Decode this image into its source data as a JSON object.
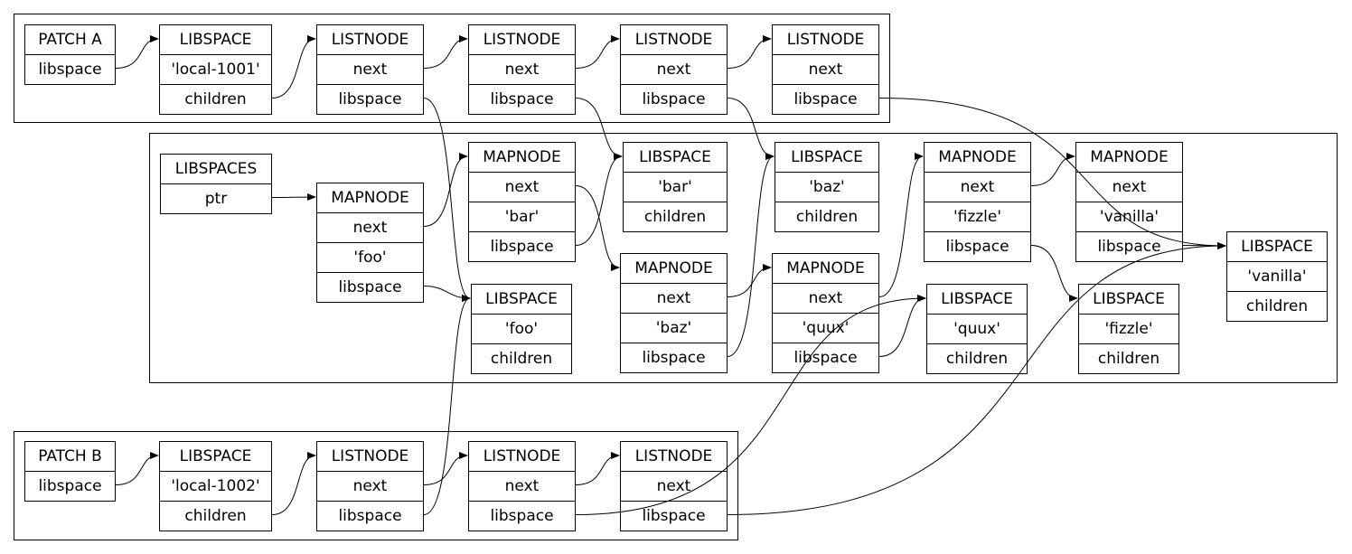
{
  "diagram": {
    "nodes": [
      {
        "id": "patchA",
        "fields": [
          "PATCH A",
          "libspace"
        ]
      },
      {
        "id": "lsA",
        "fields": [
          "LIBSPACE",
          "'local-1001'",
          "children"
        ]
      },
      {
        "id": "lnA1",
        "fields": [
          "LISTNODE",
          "next",
          "libspace"
        ]
      },
      {
        "id": "lnA2",
        "fields": [
          "LISTNODE",
          "next",
          "libspace"
        ]
      },
      {
        "id": "lnA3",
        "fields": [
          "LISTNODE",
          "next",
          "libspace"
        ]
      },
      {
        "id": "lnA4",
        "fields": [
          "LISTNODE",
          "next",
          "libspace"
        ]
      },
      {
        "id": "libspaces",
        "fields": [
          "LIBSPACES",
          "ptr"
        ]
      },
      {
        "id": "mFoo",
        "fields": [
          "MAPNODE",
          "next",
          "'foo'",
          "libspace"
        ]
      },
      {
        "id": "mBar",
        "fields": [
          "MAPNODE",
          "next",
          "'bar'",
          "libspace"
        ]
      },
      {
        "id": "lsBar",
        "fields": [
          "LIBSPACE",
          "'bar'",
          "children"
        ]
      },
      {
        "id": "lsBaz",
        "fields": [
          "LIBSPACE",
          "'baz'",
          "children"
        ]
      },
      {
        "id": "mFizzle",
        "fields": [
          "MAPNODE",
          "next",
          "'fizzle'",
          "libspace"
        ]
      },
      {
        "id": "mVanilla",
        "fields": [
          "MAPNODE",
          "next",
          "'vanilla'",
          "libspace"
        ]
      },
      {
        "id": "lsVanilla",
        "fields": [
          "LIBSPACE",
          "'vanilla'",
          "children"
        ]
      },
      {
        "id": "lsFoo",
        "fields": [
          "LIBSPACE",
          "'foo'",
          "children"
        ]
      },
      {
        "id": "mBaz",
        "fields": [
          "MAPNODE",
          "next",
          "'baz'",
          "libspace"
        ]
      },
      {
        "id": "mQuux",
        "fields": [
          "MAPNODE",
          "next",
          "'quux'",
          "libspace"
        ]
      },
      {
        "id": "lsQuux",
        "fields": [
          "LIBSPACE",
          "'quux'",
          "children"
        ]
      },
      {
        "id": "lsFizzle",
        "fields": [
          "LIBSPACE",
          "'fizzle'",
          "children"
        ]
      },
      {
        "id": "patchB",
        "fields": [
          "PATCH B",
          "libspace"
        ]
      },
      {
        "id": "lsB",
        "fields": [
          "LIBSPACE",
          "'local-1002'",
          "children"
        ]
      },
      {
        "id": "lnB1",
        "fields": [
          "LISTNODE",
          "next",
          "libspace"
        ]
      },
      {
        "id": "lnB2",
        "fields": [
          "LISTNODE",
          "next",
          "libspace"
        ]
      },
      {
        "id": "lnB3",
        "fields": [
          "LISTNODE",
          "next",
          "libspace"
        ]
      }
    ],
    "edges": [
      {
        "from": "patchA.libspace",
        "to": "lsA"
      },
      {
        "from": "lsA.children",
        "to": "lnA1"
      },
      {
        "from": "lnA1.next",
        "to": "lnA2"
      },
      {
        "from": "lnA2.next",
        "to": "lnA3"
      },
      {
        "from": "lnA3.next",
        "to": "lnA4"
      },
      {
        "from": "lnA1.libspace",
        "to": "lsFoo"
      },
      {
        "from": "lnA2.libspace",
        "to": "lsBar"
      },
      {
        "from": "lnA3.libspace",
        "to": "lsBaz"
      },
      {
        "from": "lnA4.libspace",
        "to": "lsVanilla"
      },
      {
        "from": "libspaces.ptr",
        "to": "mFoo"
      },
      {
        "from": "mFoo.next",
        "to": "mBar"
      },
      {
        "from": "mFoo.libspace",
        "to": "lsFoo"
      },
      {
        "from": "mBar.next",
        "to": "mBaz"
      },
      {
        "from": "mBar.libspace",
        "to": "lsBar"
      },
      {
        "from": "mBaz.next",
        "to": "mQuux"
      },
      {
        "from": "mBaz.libspace",
        "to": "lsBaz"
      },
      {
        "from": "mQuux.next",
        "to": "mFizzle"
      },
      {
        "from": "mQuux.libspace",
        "to": "lsQuux"
      },
      {
        "from": "mFizzle.next",
        "to": "mVanilla"
      },
      {
        "from": "mFizzle.libspace",
        "to": "lsFizzle"
      },
      {
        "from": "mVanilla.libspace",
        "to": "lsVanilla"
      },
      {
        "from": "patchB.libspace",
        "to": "lsB"
      },
      {
        "from": "lsB.children",
        "to": "lnB1"
      },
      {
        "from": "lnB1.next",
        "to": "lnB2"
      },
      {
        "from": "lnB2.next",
        "to": "lnB3"
      },
      {
        "from": "lnB1.libspace",
        "to": "lsFoo"
      },
      {
        "from": "lnB2.libspace",
        "to": "lsQuux"
      },
      {
        "from": "lnB3.libspace",
        "to": "lsVanilla"
      }
    ]
  }
}
